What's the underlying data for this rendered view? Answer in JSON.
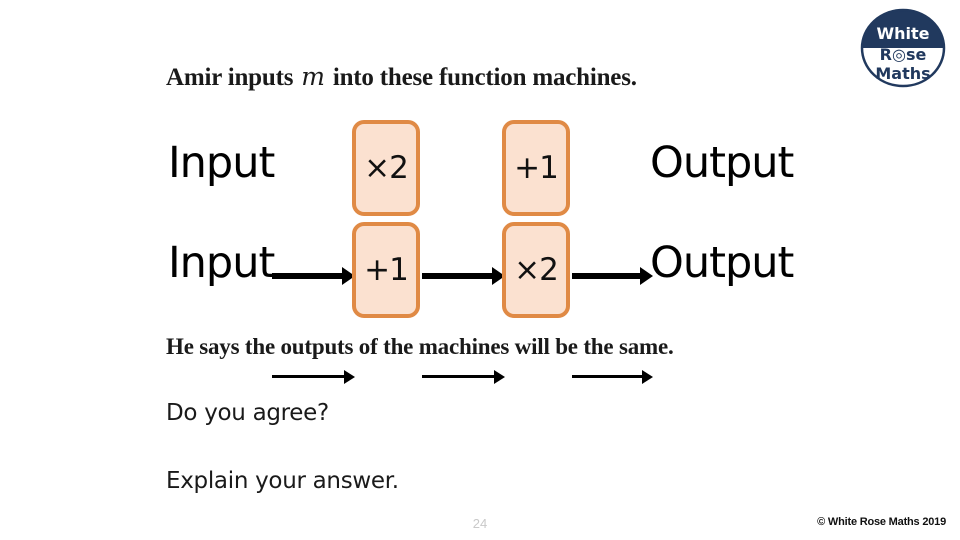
{
  "slide": {
    "page_number": "24",
    "copyright": "© White Rose Maths 2019"
  },
  "logo": {
    "name": "white-rose-maths-logo",
    "line1": "White",
    "line2": "Rose",
    "line3": "Maths",
    "navy": "#21395E",
    "white": "#FFFFFF"
  },
  "prompt": {
    "before_variable": "Amir inputs ",
    "variable": "m",
    "after_variable": " into these function machines."
  },
  "claim": "He says the outputs of the machines will be the same.",
  "agree": "Do you agree?",
  "explain": "Explain your answer.",
  "diagram": {
    "accent_border": "#E08A45",
    "accent_fill": "#FBE1D0",
    "rows": [
      {
        "input_label": "Input",
        "operations": [
          "×2",
          "+1"
        ],
        "output_label": "Output"
      },
      {
        "input_label": "Input",
        "operations": [
          "+1",
          "×2"
        ],
        "output_label": "Output"
      }
    ]
  }
}
